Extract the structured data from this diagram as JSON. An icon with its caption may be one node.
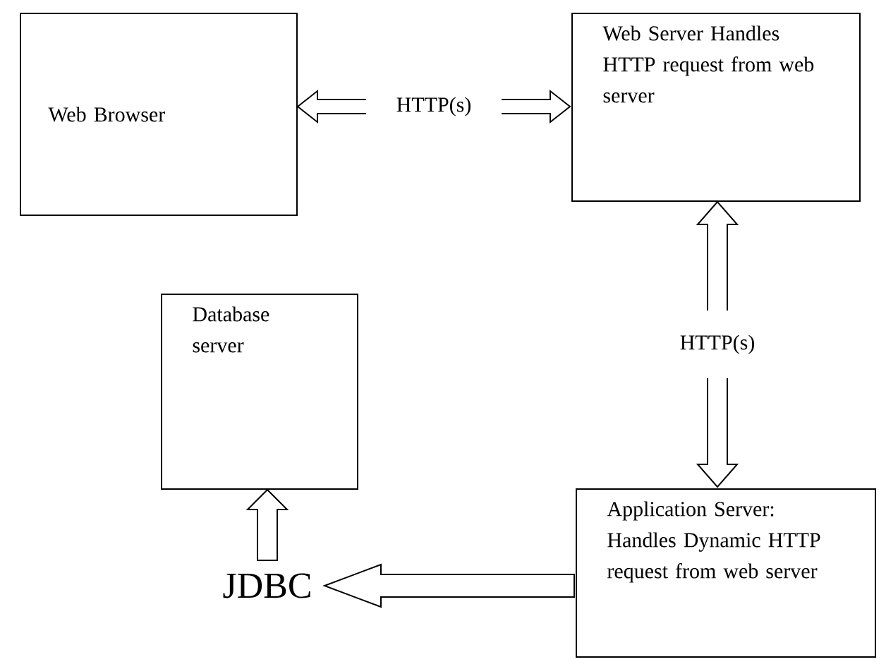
{
  "diagram": {
    "nodes": [
      {
        "text": [
          "Web Browser"
        ]
      },
      {
        "text": [
          "Web Server Handles HTTP request from web server"
        ]
      },
      {
        "text": [
          "Database server"
        ]
      },
      {
        "text": [
          "Application Server: Handles Dynamic HTTP request from web server"
        ]
      },
      {
        "text": [
          "JDBC"
        ]
      }
    ],
    "edges": [
      {
        "from": 0,
        "to": 1,
        "arrow": "both",
        "label": "HTTP(s)"
      },
      {
        "from": 1,
        "to": 3,
        "arrow": "both",
        "label": "HTTP(s)"
      },
      {
        "from": 3,
        "to": 4,
        "arrow": "to"
      },
      {
        "from": 4,
        "to": 2,
        "arrow": "to"
      }
    ]
  }
}
